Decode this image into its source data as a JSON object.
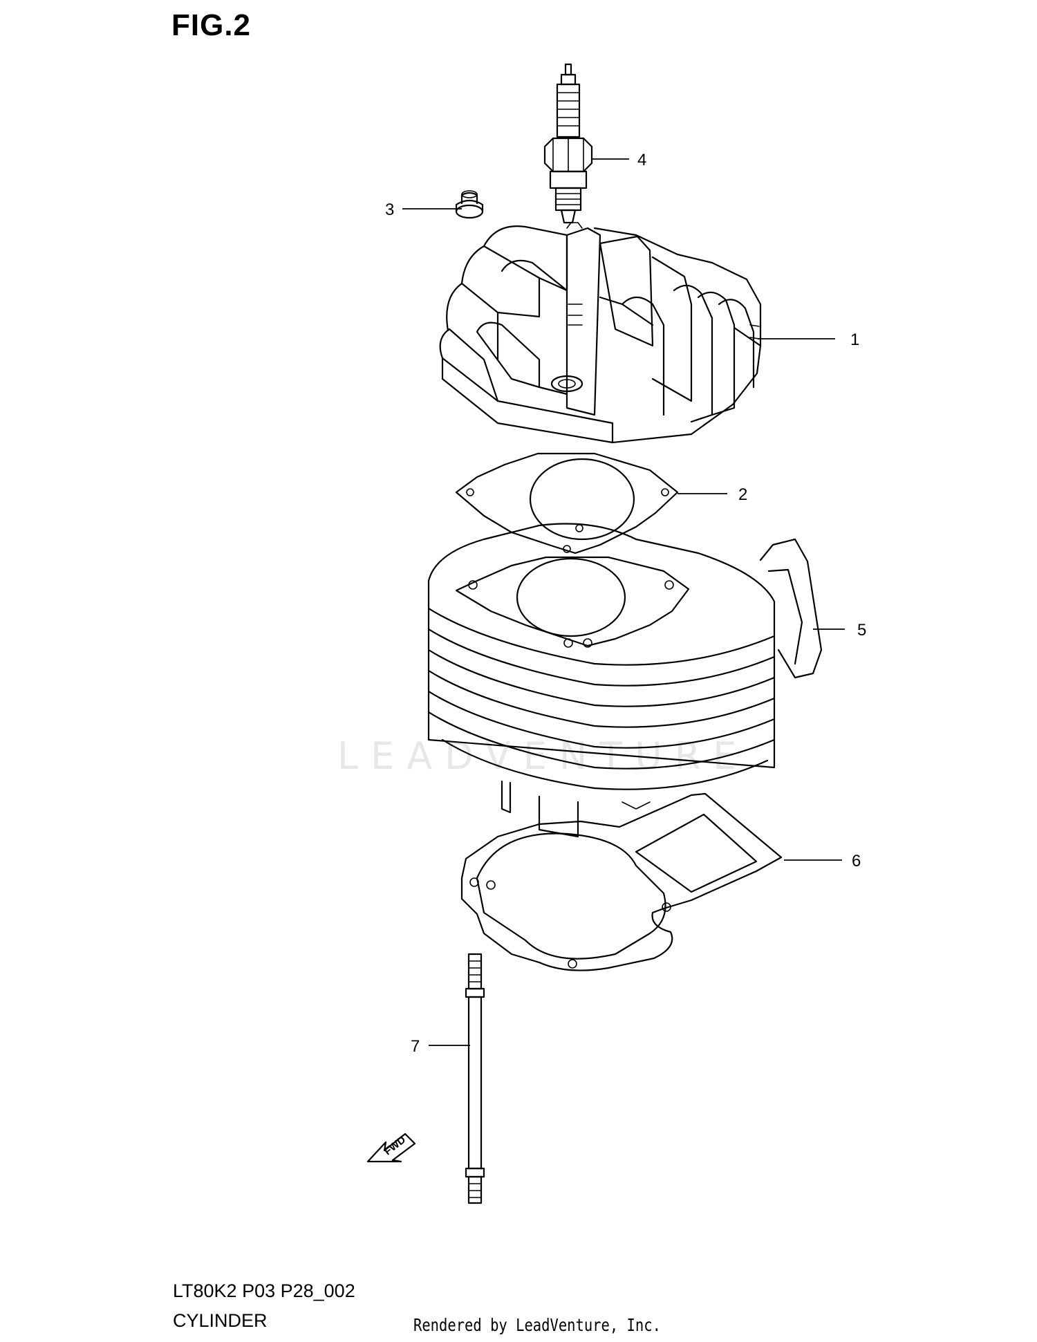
{
  "figure": {
    "title": "FIG.2"
  },
  "callouts": [
    {
      "number": "1",
      "part": "cylinder-head"
    },
    {
      "number": "2",
      "part": "head-gasket"
    },
    {
      "number": "3",
      "part": "nut"
    },
    {
      "number": "4",
      "part": "spark-plug"
    },
    {
      "number": "5",
      "part": "cylinder"
    },
    {
      "number": "6",
      "part": "base-gasket"
    },
    {
      "number": "7",
      "part": "stud-bolt"
    }
  ],
  "direction_arrow": {
    "label": "FWD"
  },
  "footer": {
    "code": "LT80K2 P03 P28_002",
    "name": "CYLINDER",
    "rendered_by": "Rendered by LeadVenture, Inc."
  },
  "watermark": "LEADVENTURE"
}
